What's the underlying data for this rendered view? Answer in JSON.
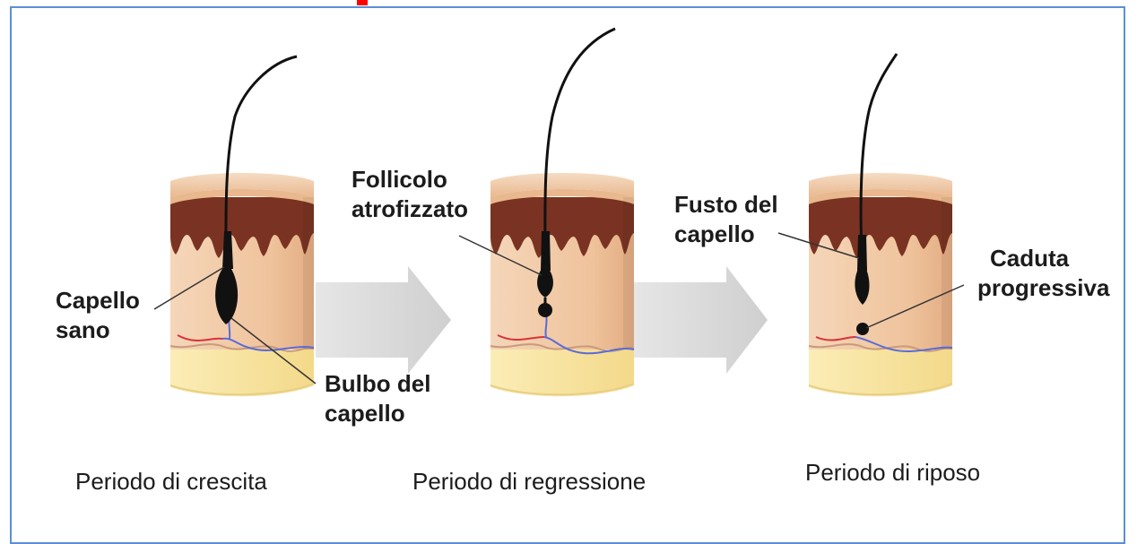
{
  "colors": {
    "frame": "#5b8fd6",
    "top_mark": "#ff0000",
    "arrow": "#d9d9d9",
    "skin_top": "#f2c9a6",
    "dermis_dark": "#7a3322",
    "tissue": "#f0c8a6",
    "fat": "#f8e6a0",
    "hair": "#111111",
    "blood_red": "#d8333a",
    "blood_blue": "#5a6bd8"
  },
  "icons": [
    "skin-section-icon",
    "hair-follicle-icon",
    "progress-arrow-icon"
  ],
  "stages": [
    {
      "caption": "Periodo di crescita",
      "labels": [
        {
          "line1": "Capello",
          "line2": "sano"
        },
        {
          "line1": "Bulbo del",
          "line2": "capello"
        }
      ]
    },
    {
      "caption": "Periodo di regressione",
      "labels": [
        {
          "line1": "Follicolo",
          "line2": "atrofizzato"
        }
      ]
    },
    {
      "caption": "Periodo di riposo",
      "labels": [
        {
          "line1": "Fusto del",
          "line2": "capello"
        },
        {
          "line1": "Caduta",
          "line2": "progressiva"
        }
      ]
    }
  ]
}
